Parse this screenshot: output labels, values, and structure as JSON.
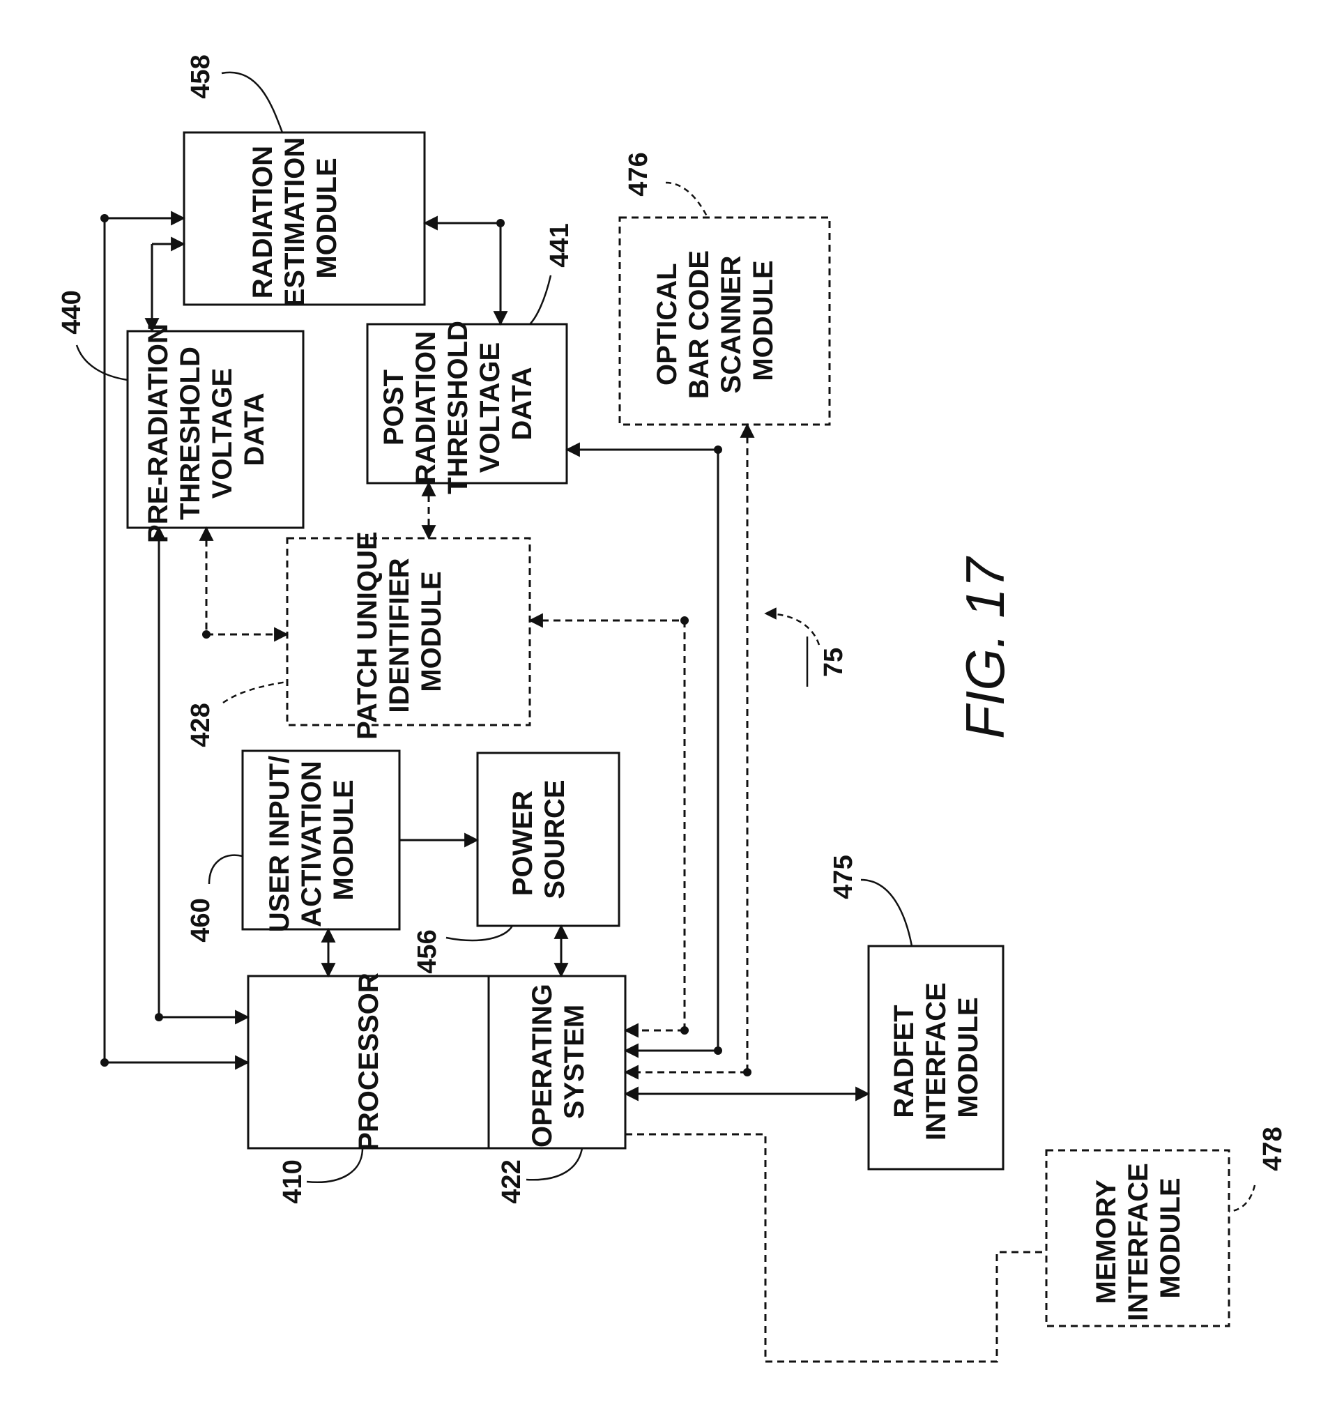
{
  "figure": {
    "caption": "FIG. 17",
    "system_ref": "75"
  },
  "blocks": {
    "radiation_estimation": {
      "lines": [
        "RADIATION",
        "ESTIMATION",
        "MODULE"
      ],
      "ref": "458"
    },
    "pre_radiation": {
      "lines": [
        "PRE-RADIATION",
        "THRESHOLD",
        "VOLTAGE",
        "DATA"
      ],
      "ref": "440"
    },
    "post_radiation": {
      "lines": [
        "POST",
        "RADIATION",
        "THRESHOLD",
        "VOLTAGE",
        "DATA"
      ],
      "ref": "441"
    },
    "optical_scanner": {
      "lines": [
        "OPTICAL",
        "BAR CODE",
        "SCANNER",
        "MODULE"
      ],
      "ref": "476"
    },
    "patch_identifier": {
      "lines": [
        "PATCH UNIQUE",
        "IDENTIFIER",
        "MODULE"
      ],
      "ref": "428"
    },
    "user_input": {
      "lines": [
        "USER INPUT/",
        "ACTIVATION",
        "MODULE"
      ],
      "ref": "460"
    },
    "power_source": {
      "lines": [
        "POWER",
        "SOURCE"
      ],
      "ref": "456"
    },
    "processor": {
      "lines": [
        "PROCESSOR"
      ],
      "ref": "410"
    },
    "operating_system": {
      "lines": [
        "OPERATING",
        "SYSTEM"
      ],
      "ref": "422"
    },
    "radfet_interface": {
      "lines": [
        "RADFET",
        "INTERFACE",
        "MODULE"
      ],
      "ref": "475"
    },
    "memory_interface": {
      "lines": [
        "MEMORY",
        "INTERFACE",
        "MODULE"
      ],
      "ref": "478"
    }
  }
}
